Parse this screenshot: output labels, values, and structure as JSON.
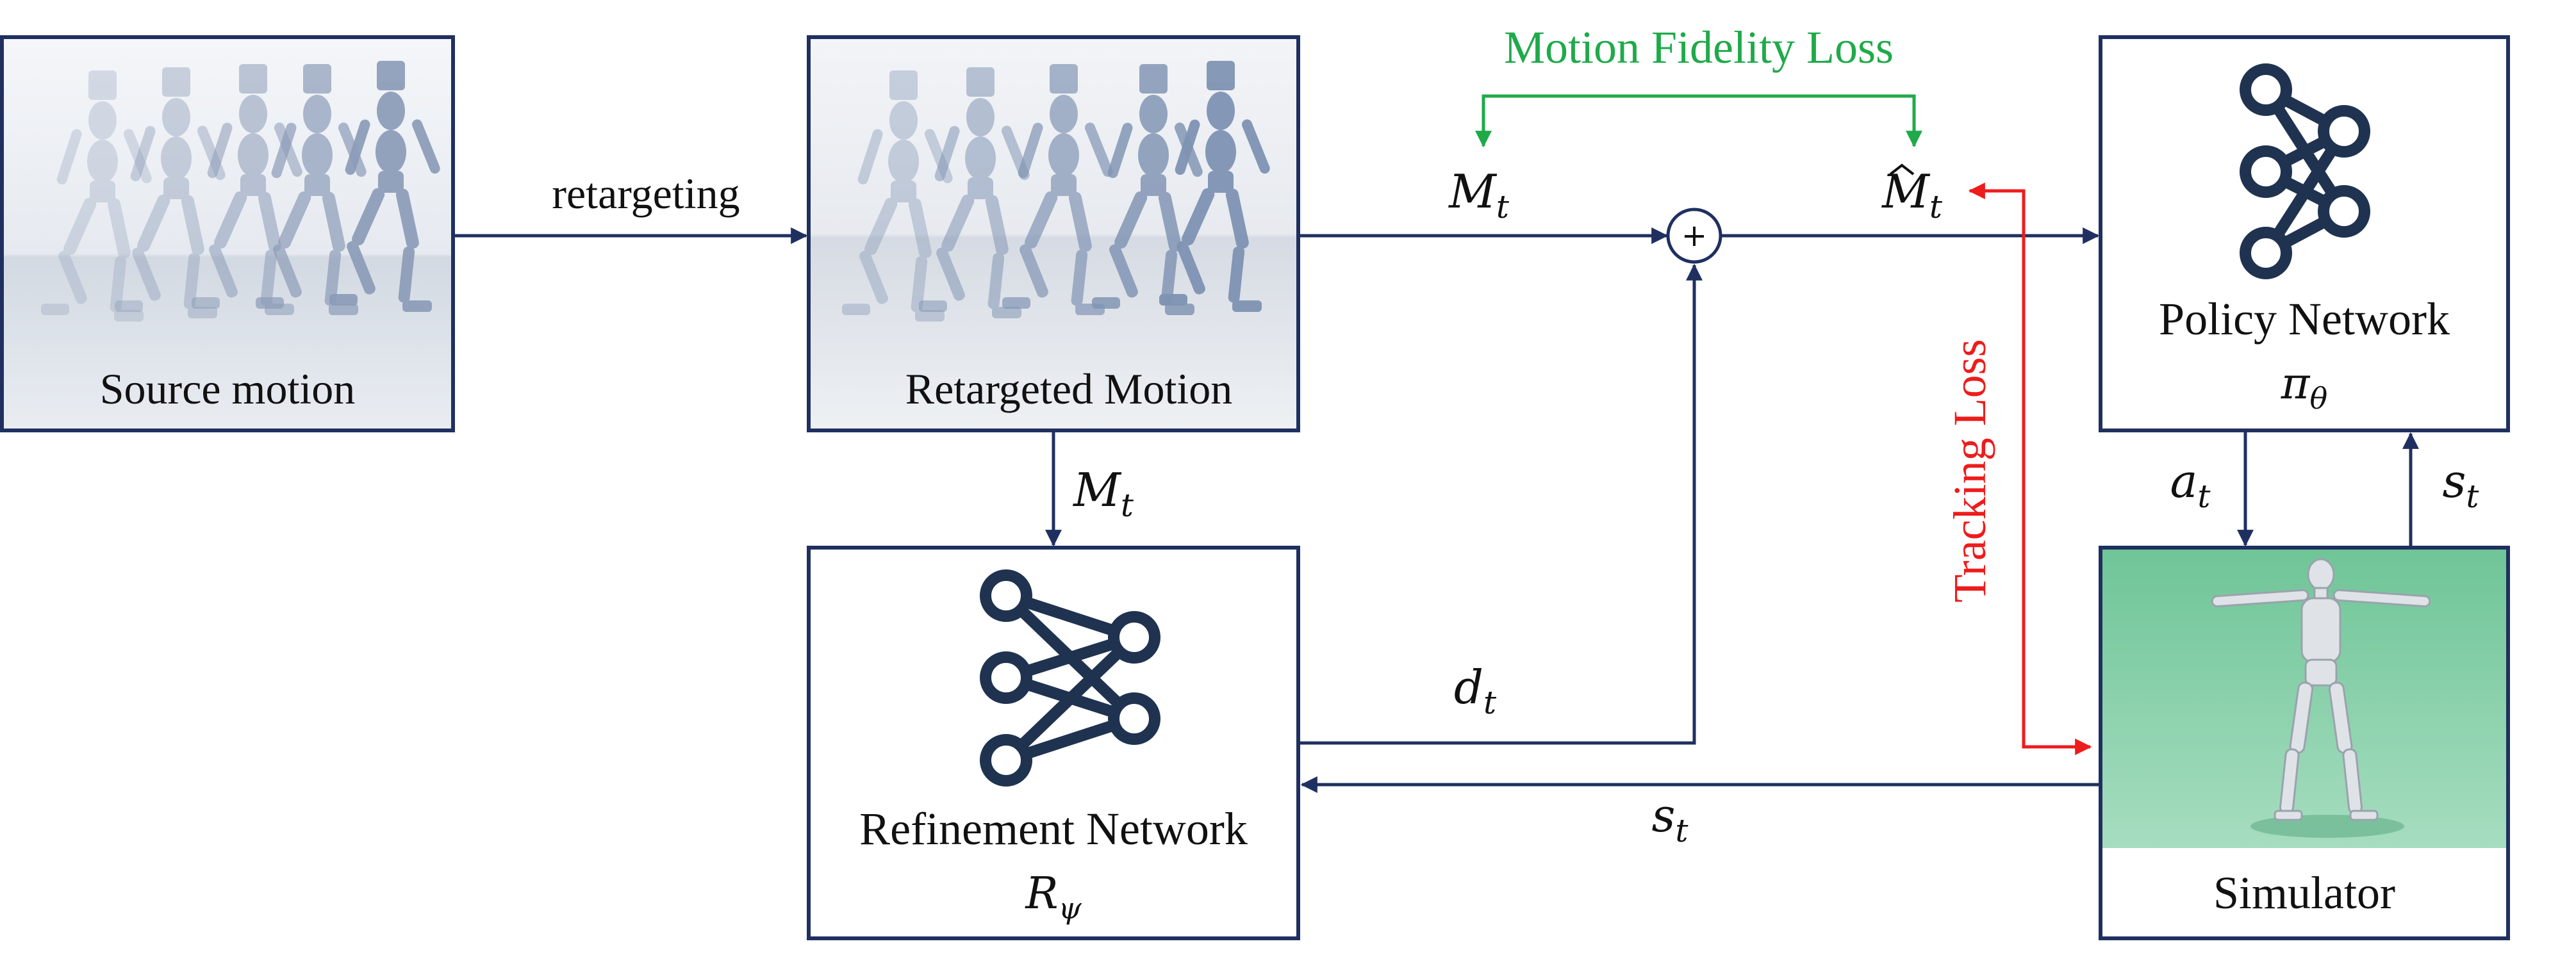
{
  "boxes": {
    "source_motion": {
      "label": "Source motion"
    },
    "retargeted_motion": {
      "label": "Retargeted Motion"
    },
    "policy_network": {
      "label": "Policy Network",
      "symbol": "π",
      "symbol_sub": "θ"
    },
    "refinement_network": {
      "label": "Refinement Network",
      "symbol": "R",
      "symbol_sub": "ψ"
    },
    "simulator": {
      "label": "Simulator"
    }
  },
  "edges": {
    "retargeting": "retargeting",
    "m_t_top": {
      "base": "M",
      "sub": "t"
    },
    "m_hat_t": {
      "base": "M",
      "sub": "t"
    },
    "m_t_down": {
      "base": "M",
      "sub": "t"
    },
    "d_t": {
      "base": "d",
      "sub": "t"
    },
    "s_t_bottom": {
      "base": "s",
      "sub": "t"
    },
    "a_t": {
      "base": "a",
      "sub": "t"
    },
    "s_t_right": {
      "base": "s",
      "sub": "t"
    },
    "sum_symbol": "+"
  },
  "losses": {
    "motion_fidelity": "Motion Fidelity Loss",
    "tracking": "Tracking Loss"
  },
  "colors": {
    "frame": "#1f3060",
    "arrow": "#1f3060",
    "fidelity_loss": "#1faa4a",
    "tracking_loss": "#ee1c1c",
    "network_icon": "#1f3350",
    "source_bg": "#d7dde6",
    "retargeted_bg": "#e2e6ec",
    "simulator_bg": "#8fd3ae",
    "robot_fill": "#7f93b3"
  },
  "icons": [
    "neural-network-icon",
    "humanoid-robot-icon"
  ]
}
